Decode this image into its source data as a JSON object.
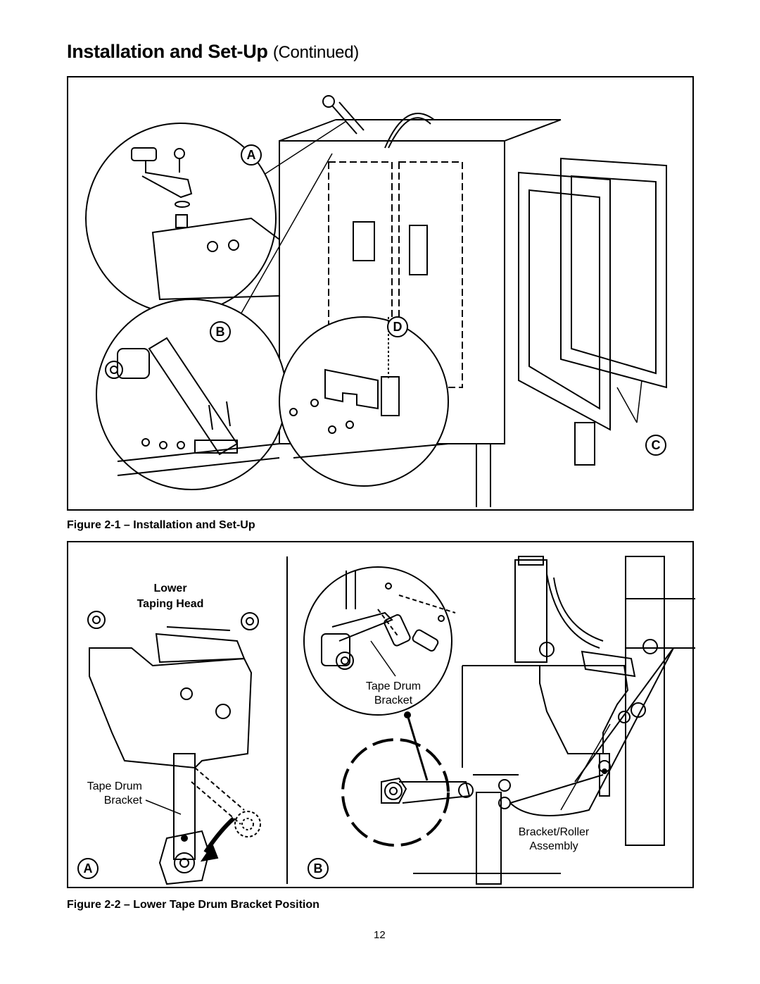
{
  "page": {
    "title": "Installation and Set-Up",
    "title_suffix": "(Continued)",
    "page_number": "12"
  },
  "figure1": {
    "caption": "Figure 2-1 – Installation and Set-Up",
    "callouts": [
      "A",
      "B",
      "C",
      "D"
    ]
  },
  "figure2": {
    "caption": "Figure 2-2 – Lower Tape Drum Bracket Position",
    "panel_a": {
      "letter": "A",
      "heading_line1": "Lower",
      "heading_line2": "Taping Head",
      "label_line1": "Tape Drum",
      "label_line2": "Bracket"
    },
    "panel_b": {
      "letter": "B",
      "inset_label_line1": "Tape Drum",
      "inset_label_line2": "Bracket",
      "assembly_line1": "Bracket/Roller",
      "assembly_line2": "Assembly"
    }
  },
  "colors": {
    "ink": "#000000",
    "paper": "#ffffff"
  }
}
